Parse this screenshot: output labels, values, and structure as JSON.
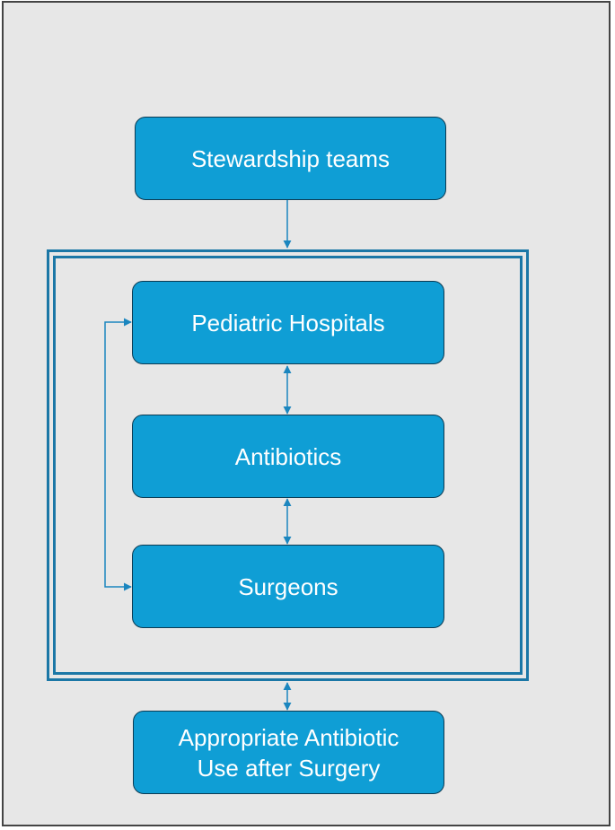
{
  "diagram": {
    "nodes": {
      "stewardship": "Stewardship teams",
      "hospitals": "Pediatric Hospitals",
      "antibiotics": "Antibiotics",
      "surgeons": "Surgeons",
      "outcome_line1": "Appropriate Antibiotic",
      "outcome_line2": "Use after Surgery"
    },
    "edges": [
      {
        "from": "stewardship",
        "to": "group",
        "direction": "one-way"
      },
      {
        "from": "hospitals",
        "to": "antibiotics",
        "direction": "two-way"
      },
      {
        "from": "antibiotics",
        "to": "surgeons",
        "direction": "two-way"
      },
      {
        "from": "hospitals",
        "to": "surgeons",
        "direction": "two-way"
      },
      {
        "from": "group",
        "to": "outcome",
        "direction": "two-way"
      }
    ],
    "colors": {
      "node_fill": "#0f9ed5",
      "node_border": "#0b3a52",
      "connector": "#1b86bf",
      "group_border": "#1b77a6",
      "background": "#e7e7e7"
    }
  }
}
